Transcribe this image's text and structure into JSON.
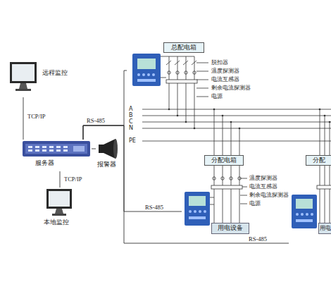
{
  "diagram": {
    "nodes": [
      {
        "text": [
          "远程监控"
        ]
      },
      {
        "text": [
          "服务器"
        ]
      },
      {
        "text": [
          "报警器"
        ]
      },
      {
        "text": [
          "本地监控"
        ]
      },
      {
        "text": [
          "总配电箱"
        ]
      },
      {
        "text": [
          "分配电箱"
        ]
      },
      {
        "text": [
          "用电设备"
        ],
        "in": 5
      },
      {
        "text": [
          "分配"
        ]
      },
      {
        "text": [
          "用电"
        ],
        "in": 7
      }
    ],
    "edges": [
      {
        "from": 0,
        "to": 1,
        "label": "TCP/IP",
        "arrow": "none"
      },
      {
        "from": 1,
        "to": 2,
        "arrow": "none"
      },
      {
        "from": 1,
        "to": 3,
        "label": "TCP/IP",
        "arrow": "none"
      },
      {
        "from": 1,
        "to": 4,
        "label": "RS-485",
        "arrow": "none"
      },
      {
        "from": 1,
        "to": 5,
        "label": "RS-485",
        "arrow": "none"
      },
      {
        "from": 1,
        "to": 7,
        "label": "RS-485",
        "arrow": "none"
      }
    ],
    "labels": [
      "A",
      "B",
      "C",
      "N",
      "PE",
      "脱扣器",
      "温度探测器",
      "电流互感器",
      "剩余电流探测器",
      "电源",
      "温度探测器",
      "电流互感器",
      "剩余电流探测器",
      "电源"
    ]
  }
}
